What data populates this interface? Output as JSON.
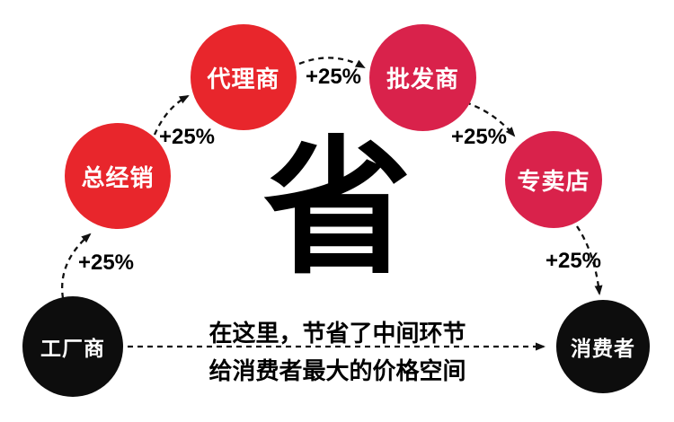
{
  "center_character": "省",
  "nodes": [
    {
      "id": "factory",
      "label": "工厂商"
    },
    {
      "id": "distributor",
      "label": "总经销"
    },
    {
      "id": "agent",
      "label": "代理商"
    },
    {
      "id": "wholesaler",
      "label": "批发商"
    },
    {
      "id": "store",
      "label": "专卖店"
    },
    {
      "id": "consumer",
      "label": "消费者"
    }
  ],
  "increments": [
    {
      "label": "+25%"
    },
    {
      "label": "+25%"
    },
    {
      "label": "+25%"
    },
    {
      "label": "+25%"
    },
    {
      "label": "+25%"
    }
  ],
  "message": {
    "line1": "在这里，节省了中间环节",
    "line2": "给消费者最大的价格空间"
  },
  "colors": {
    "red": "#e8262c",
    "crimson": "#d9224b",
    "black": "#0d0d0d",
    "arrow": "#111111",
    "background": "#ffffff"
  }
}
